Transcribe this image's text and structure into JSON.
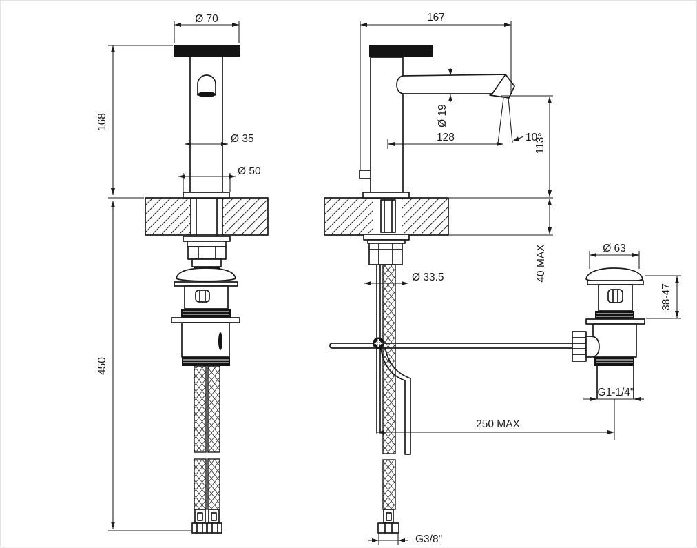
{
  "drawing": {
    "background": "#ffffff",
    "line_color": "#1c1c1c",
    "views": {
      "front": {
        "dims": {
          "cap_diameter": "Ø 70",
          "height_to_deck": "168",
          "body_diameter": "Ø 35",
          "base_diameter": "Ø 50",
          "hose_length": "450"
        }
      },
      "side": {
        "dims": {
          "overall_depth": "167",
          "spout_diameter": "Ø 19",
          "spout_reach": "128",
          "spray_angle": "10°",
          "spout_height": "113",
          "deck_thickness_max": "40 MAX",
          "hole_diameter": "Ø 33.5",
          "rod_reach_max": "250 MAX",
          "supply_thread": "G3/8\""
        }
      },
      "waste": {
        "dims": {
          "cap_diameter": "Ø 63",
          "basin_thickness_range": "38-47",
          "waste_thread": "G1-1/4\""
        }
      }
    }
  }
}
